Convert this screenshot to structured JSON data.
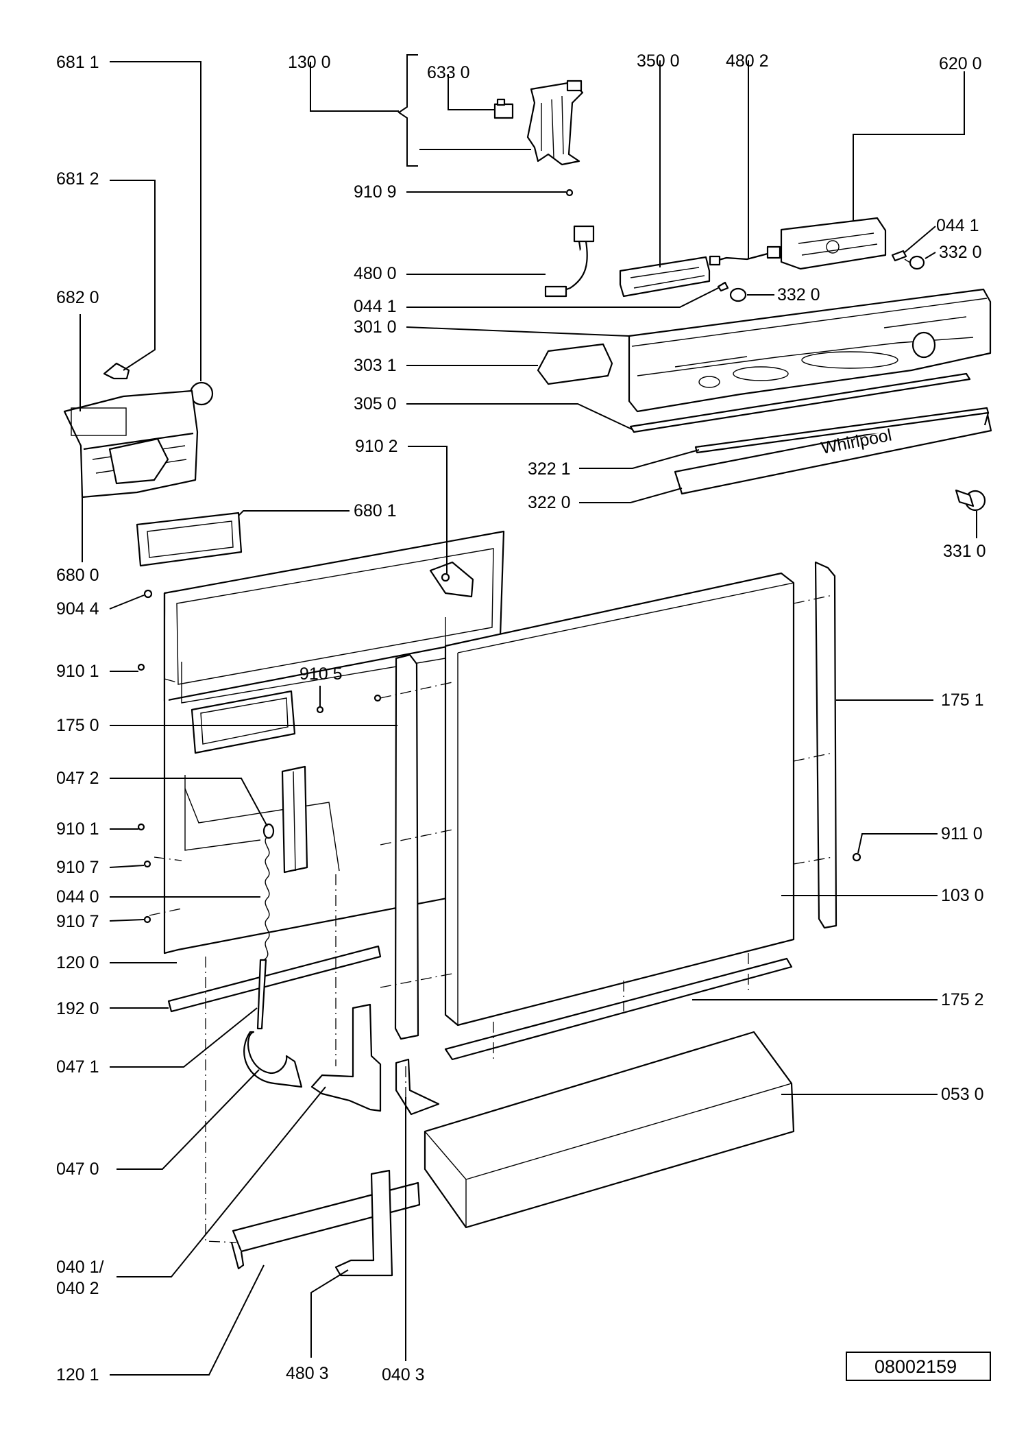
{
  "labels": {
    "l6811": "681 1",
    "l1300": "130 0",
    "l6330": "633 0",
    "l3500": "350 0",
    "l4802": "480 2",
    "l6200": "620 0",
    "l6812": "681 2",
    "l9109": "910 9",
    "l0441a": "044 1",
    "l3320a": "332 0",
    "l4800": "480 0",
    "l0441b": "044 1",
    "l3320b": "332 0",
    "l6820": "682 0",
    "l3010": "301 0",
    "l3031": "303 1",
    "l3050": "305 0",
    "l9102": "910 2",
    "l3221": "322 1",
    "l3220": "322 0",
    "l6801": "680 1",
    "l3310": "331 0",
    "l6800": "680 0",
    "l9044": "904 4",
    "l9101a": "910 1",
    "l9105": "910 5",
    "l1751": "175 1",
    "l1750": "175 0",
    "l0472": "047 2",
    "l9101b": "910 1",
    "l9110": "911 0",
    "l9107a": "910 7",
    "l0440": "044 0",
    "l1030": "103 0",
    "l9107b": "910 7",
    "l1200": "120 0",
    "l1920": "192 0",
    "l1752": "175 2",
    "l0471": "047 1",
    "l0530": "053 0",
    "l0470": "047 0",
    "l0401a": "040 1/",
    "l0401b": "040 2",
    "l1201": "120 1",
    "l4803": "480 3",
    "l0403": "040 3"
  },
  "brand_text": "Whirlpool",
  "reference_number": "08002159"
}
